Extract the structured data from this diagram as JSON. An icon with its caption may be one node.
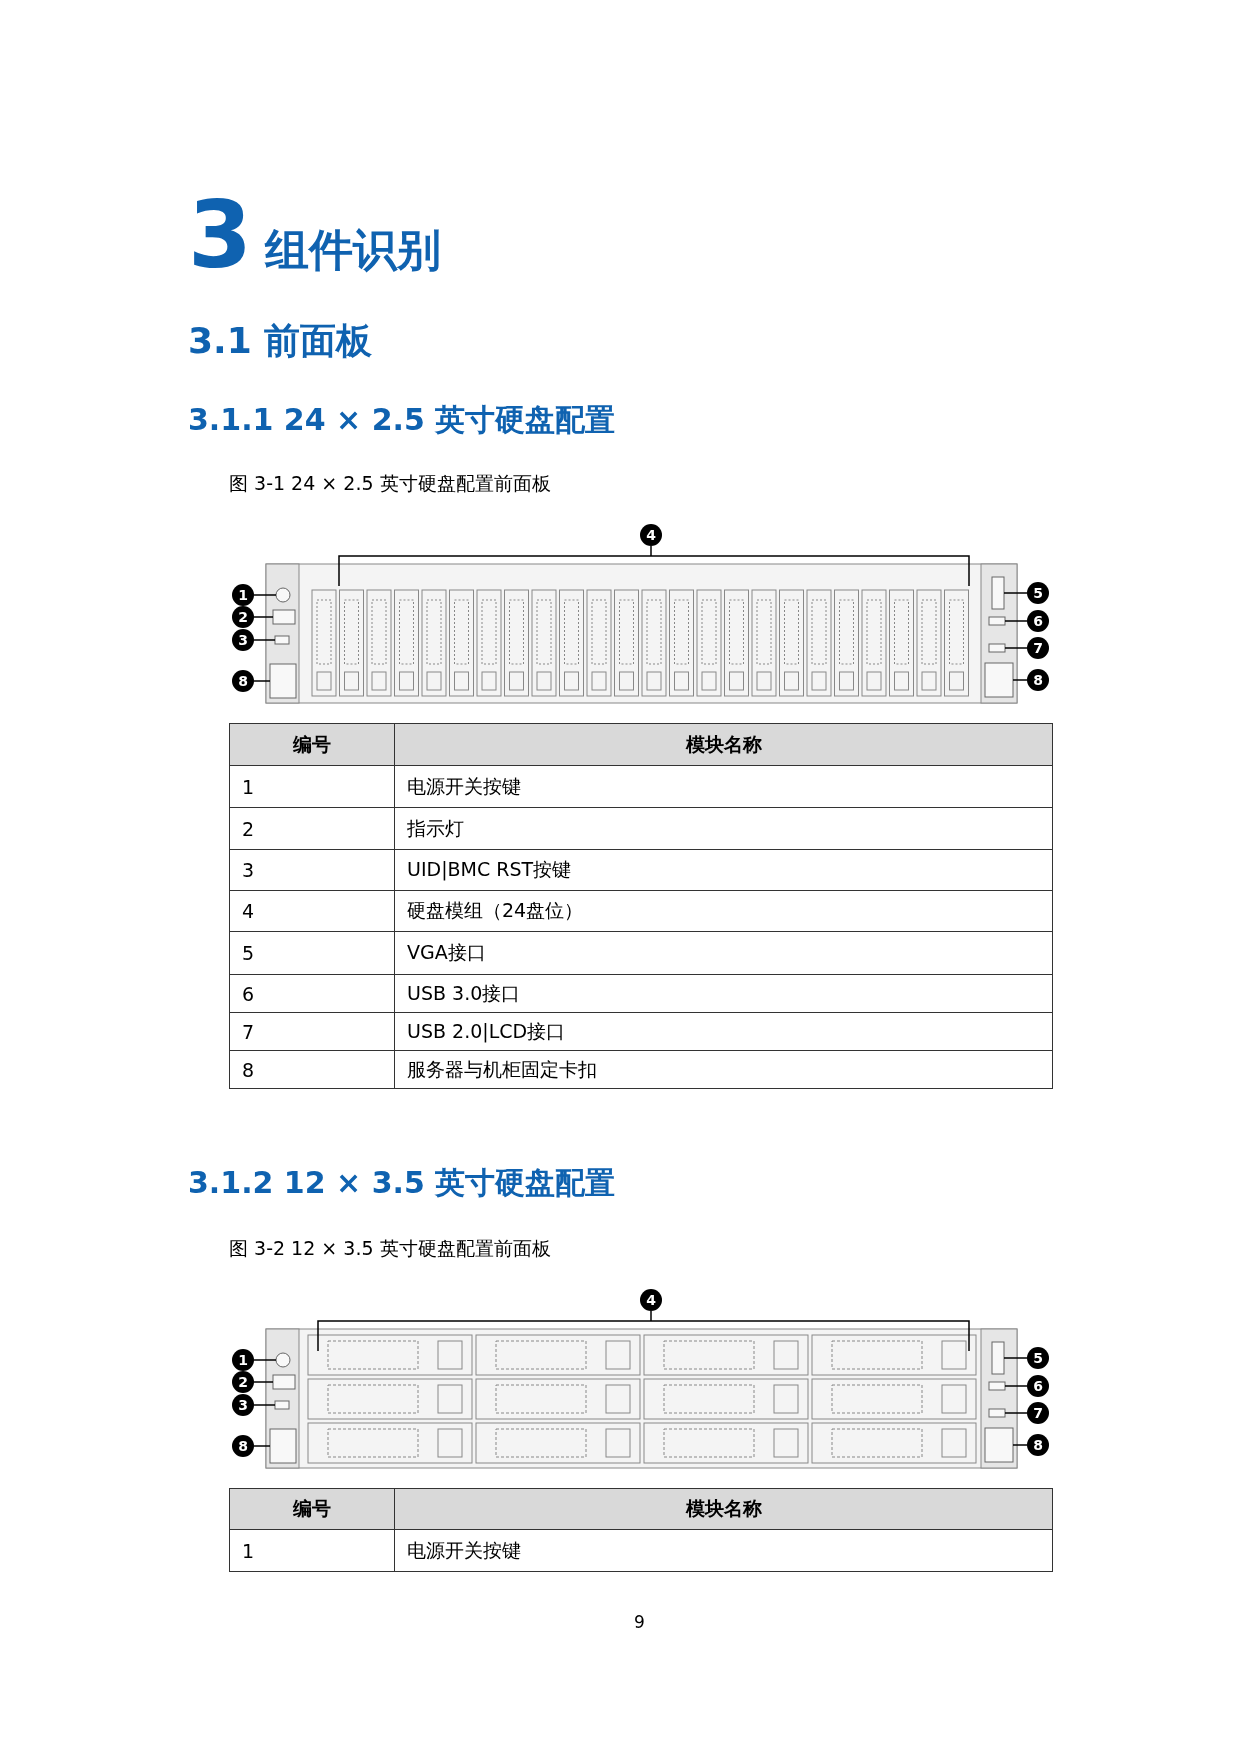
{
  "diagram": {
    "nodes": [
      {
        "text": [
          "1"
        ]
      },
      {
        "text": [
          "2"
        ]
      },
      {
        "text": [
          "3"
        ]
      },
      {
        "text": [
          "8"
        ]
      },
      {
        "text": [
          "4"
        ]
      },
      {
        "text": [
          "5"
        ]
      },
      {
        "text": [
          "6"
        ]
      },
      {
        "text": [
          "7"
        ]
      },
      {
        "text": [
          "8"
        ]
      },
      {
        "text": [
          "1"
        ]
      },
      {
        "text": [
          "2"
        ]
      },
      {
        "text": [
          "3"
        ]
      },
      {
        "text": [
          "8"
        ]
      },
      {
        "text": [
          "4"
        ]
      },
      {
        "text": [
          "5"
        ]
      },
      {
        "text": [
          "6"
        ]
      },
      {
        "text": [
          "7"
        ]
      },
      {
        "text": [
          "8"
        ]
      },
      {
        "text": [],
        "shape": "circle"
      },
      {
        "text": [],
        "shape": "box"
      },
      {
        "text": [],
        "shape": "box"
      },
      {
        "text": [],
        "shape": "box"
      },
      {
        "text": [],
        "shape": "bracket"
      },
      {
        "text": [],
        "shape": "box"
      },
      {
        "text": [],
        "shape": "box"
      },
      {
        "text": [],
        "shape": "box"
      },
      {
        "text": [],
        "shape": "box"
      },
      {
        "text": [],
        "shape": "circle"
      },
      {
        "text": [],
        "shape": "box"
      },
      {
        "text": [],
        "shape": "box"
      },
      {
        "text": [],
        "shape": "box"
      },
      {
        "text": [],
        "shape": "bracket"
      },
      {
        "text": [],
        "shape": "box"
      },
      {
        "text": [],
        "shape": "box"
      },
      {
        "text": [],
        "shape": "box"
      },
      {
        "text": [],
        "shape": "box"
      }
    ],
    "edges": [
      {
        "from": 0,
        "to": 18,
        "arrow": "none"
      },
      {
        "from": 1,
        "to": 19,
        "arrow": "none"
      },
      {
        "from": 2,
        "to": 20,
        "arrow": "none"
      },
      {
        "from": 3,
        "to": 21,
        "arrow": "none"
      },
      {
        "from": 4,
        "to": 22,
        "arrow": "none"
      },
      {
        "from": 5,
        "to": 23,
        "arrow": "none"
      },
      {
        "from": 6,
        "to": 24,
        "arrow": "none"
      },
      {
        "from": 7,
        "to": 25,
        "arrow": "none"
      },
      {
        "from": 8,
        "to": 26,
        "arrow": "none"
      },
      {
        "from": 9,
        "to": 27,
        "arrow": "none"
      },
      {
        "from": 10,
        "to": 28,
        "arrow": "none"
      },
      {
        "from": 11,
        "to": 29,
        "arrow": "none"
      },
      {
        "from": 12,
        "to": 30,
        "arrow": "none"
      },
      {
        "from": 13,
        "to": 31,
        "arrow": "none"
      },
      {
        "from": 14,
        "to": 32,
        "arrow": "none"
      },
      {
        "from": 15,
        "to": 33,
        "arrow": "none"
      },
      {
        "from": 16,
        "to": 34,
        "arrow": "none"
      },
      {
        "from": 17,
        "to": 35,
        "arrow": "none"
      }
    ],
    "labels": [
      "3",
      "组件识别",
      "3.1 前面板",
      "3.1.1 24 × 2.5 英寸硬盘配置",
      "图 3-1 24 × 2.5 英寸硬盘配置前面板",
      "编号",
      "模块名称",
      "1",
      "电源开关按键",
      "2",
      "指示灯",
      "3",
      "UID|BMC RST按键",
      "4",
      "硬盘模组（24盘位）",
      "5",
      "VGA接口",
      "6",
      "USB 3.0接口",
      "7",
      "USB 2.0|LCD接口",
      "8",
      "服务器与机柜固定卡扣",
      "3.1.2 12 × 3.5 英寸硬盘配置",
      "图 3-2 12 × 3.5 英寸硬盘配置前面板",
      "编号",
      "模块名称",
      "1",
      "电源开关按键",
      "9"
    ]
  }
}
